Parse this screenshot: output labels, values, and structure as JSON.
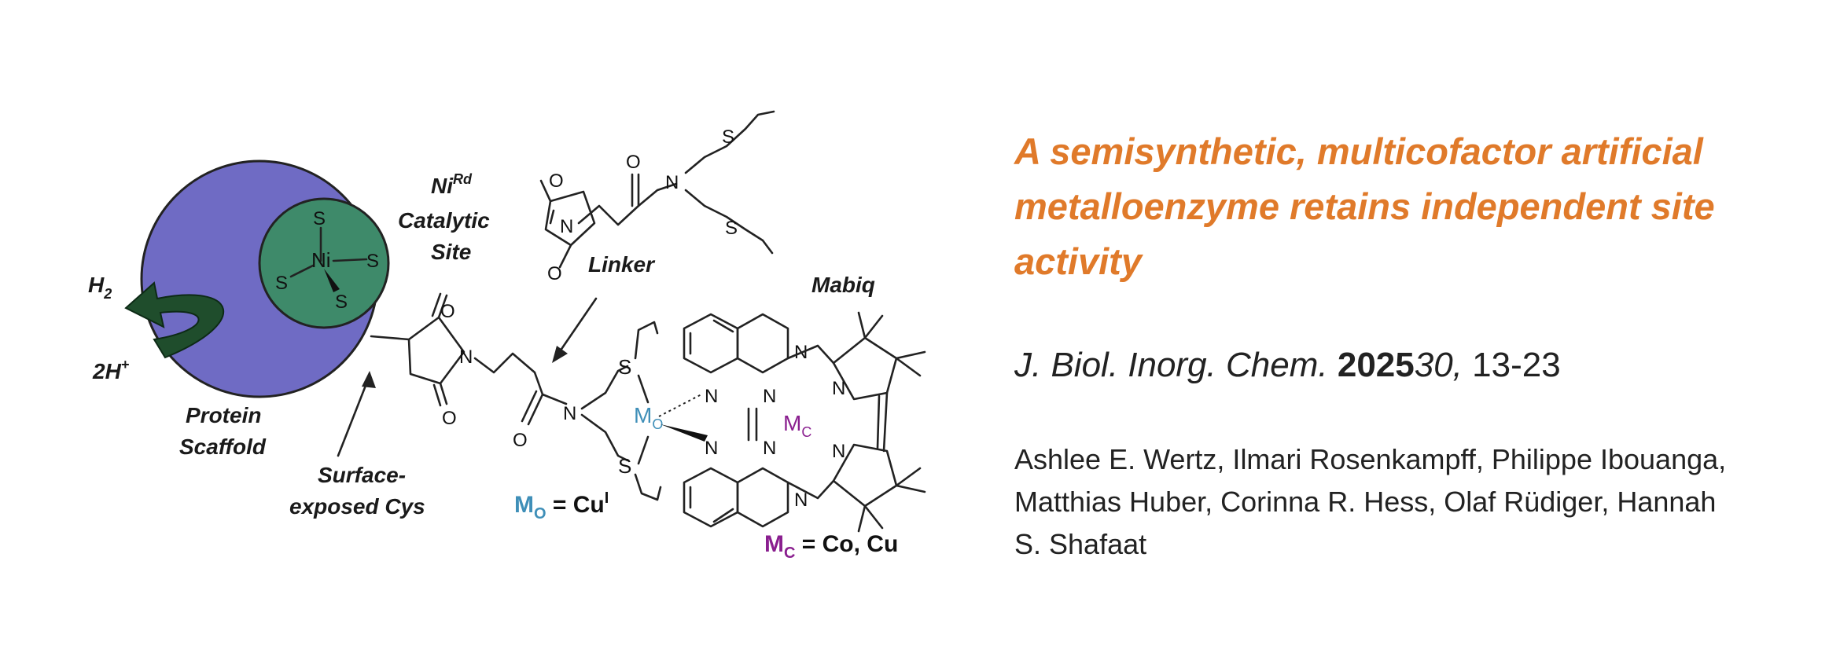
{
  "figure": {
    "labels": {
      "h2": "H",
      "h2_sub": "2",
      "protons": "2H",
      "protons_sup": "+",
      "protein": "Protein",
      "scaffold": "Scaffold",
      "surface": "Surface-",
      "exposed": "exposed Cys",
      "ni": "Ni",
      "ni_sup": "Rd",
      "catalytic": "Catalytic",
      "site": "Site",
      "linker": "Linker",
      "mabiq": "Mabiq",
      "mo_m": "M",
      "mo_sub": "O",
      "mo_eq": " = Cu",
      "mo_sup": "I",
      "mc_m": "M",
      "mc_sub": "C",
      "mc_eq": " = Co, Cu"
    },
    "atoms": {
      "S": "S",
      "Ni": "Ni",
      "N": "N",
      "O": "O"
    },
    "colors": {
      "protein": "#6f6bc4",
      "site": "#3e8a6a",
      "arrow": "#1f4d2c",
      "mo": "#3f8fb8",
      "mc": "#8a1f8f"
    }
  },
  "paper": {
    "title": "A semisynthetic, multicofactor artificial metalloenzyme retains independent site activity",
    "journal": "J. Biol. Inorg. Chem.",
    "year": "2025",
    "volume": "30,",
    "pages": "13-23",
    "authors": "Ashlee E. Wertz, Ilmari Rosenkampff, Philippe Ibouanga, Matthias Huber, Corinna R. Hess, Olaf Rüdiger, Hannah S. Shafaat"
  }
}
